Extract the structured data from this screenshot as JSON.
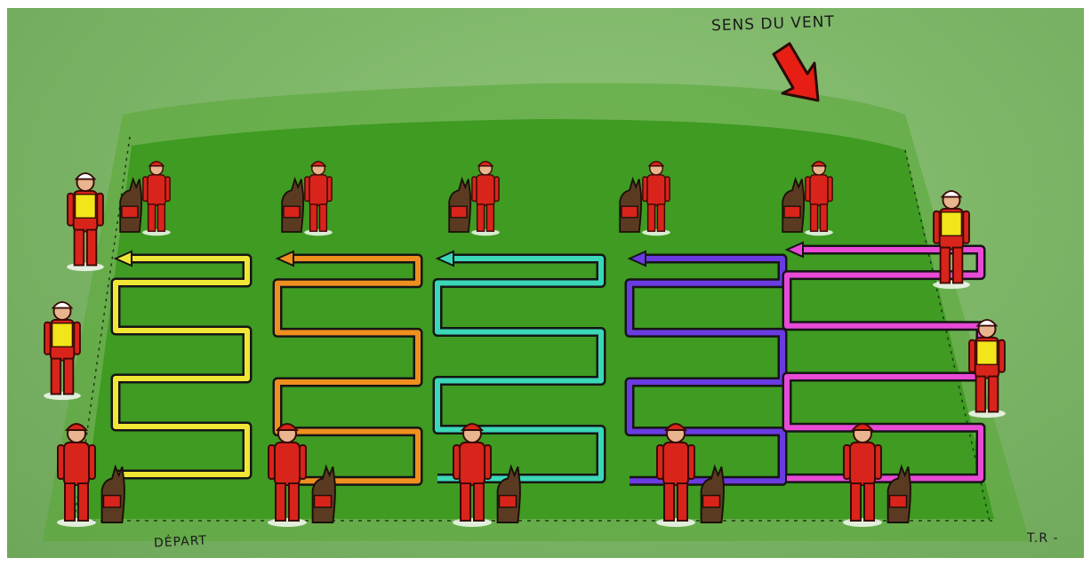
{
  "labels": {
    "wind_direction": "SENS DU VENT",
    "start": "DÉPART",
    "signature": "T.R -"
  },
  "colors": {
    "field": "#3f9b22",
    "field_edge": "#5aa838",
    "track_colors": [
      "#f0e635",
      "#ef8f1f",
      "#3ad8b8",
      "#6a3be0",
      "#e84ad6"
    ],
    "arrow": "#e61e14",
    "uniform": "#d9241b",
    "vest": "#f2e51a",
    "dog": "#5a3b22"
  },
  "icons": {
    "wind": "wind-direction-arrow-icon",
    "handler": "rescue-handler-icon",
    "dog": "search-dog-icon",
    "observer": "observer-in-safety-vest-icon"
  }
}
